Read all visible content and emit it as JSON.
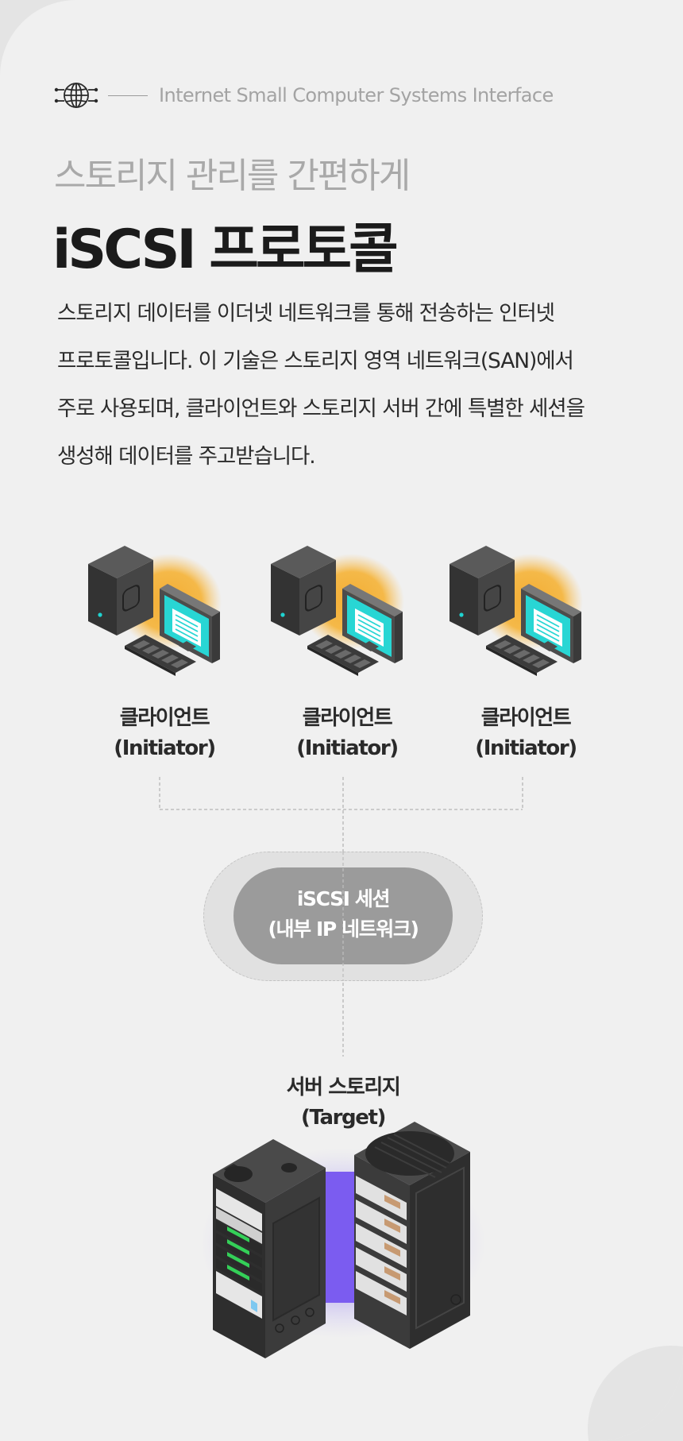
{
  "header": {
    "eyebrow_icon": "globe-network-icon",
    "eyebrow_text": "Internet Small Computer Systems Interface",
    "subtitle": "스토리지 관리를 간편하게",
    "title": "iSCSI 프로토콜"
  },
  "description": {
    "lines": [
      "스토리지 데이터를 이더넷 네트워크를 통해 전송하는 인터넷",
      "프로토콜입니다. 이 기술은 스토리지 영역 네트워크(SAN)에서",
      "주로 사용되며, 클라이언트와 스토리지 서버 간에 특별한 세션을",
      "생성해 데이터를 주고받습니다."
    ]
  },
  "diagram": {
    "clients": [
      {
        "icon": "desktop-computer-icon",
        "name": "클라이언트",
        "role": "(Initiator)"
      },
      {
        "icon": "desktop-computer-icon",
        "name": "클라이언트",
        "role": "(Initiator)"
      },
      {
        "icon": "desktop-computer-icon",
        "name": "클라이언트",
        "role": "(Initiator)"
      }
    ],
    "session": {
      "line1": "iSCSI 세션",
      "line2": "(내부 IP 네트워크)"
    },
    "server": {
      "icon": "server-rack-icon",
      "name": "서버 스토리지",
      "role": "(Target)"
    }
  },
  "colors": {
    "background": "#f0f0f0",
    "title": "#1b1b1b",
    "subtitle": "#a9a9a9",
    "session_pill": "#9b9b9b",
    "client_glow": "#f4b23f",
    "monitor_screen": "#28d6d4",
    "server_glow": "#8b6cf0"
  }
}
